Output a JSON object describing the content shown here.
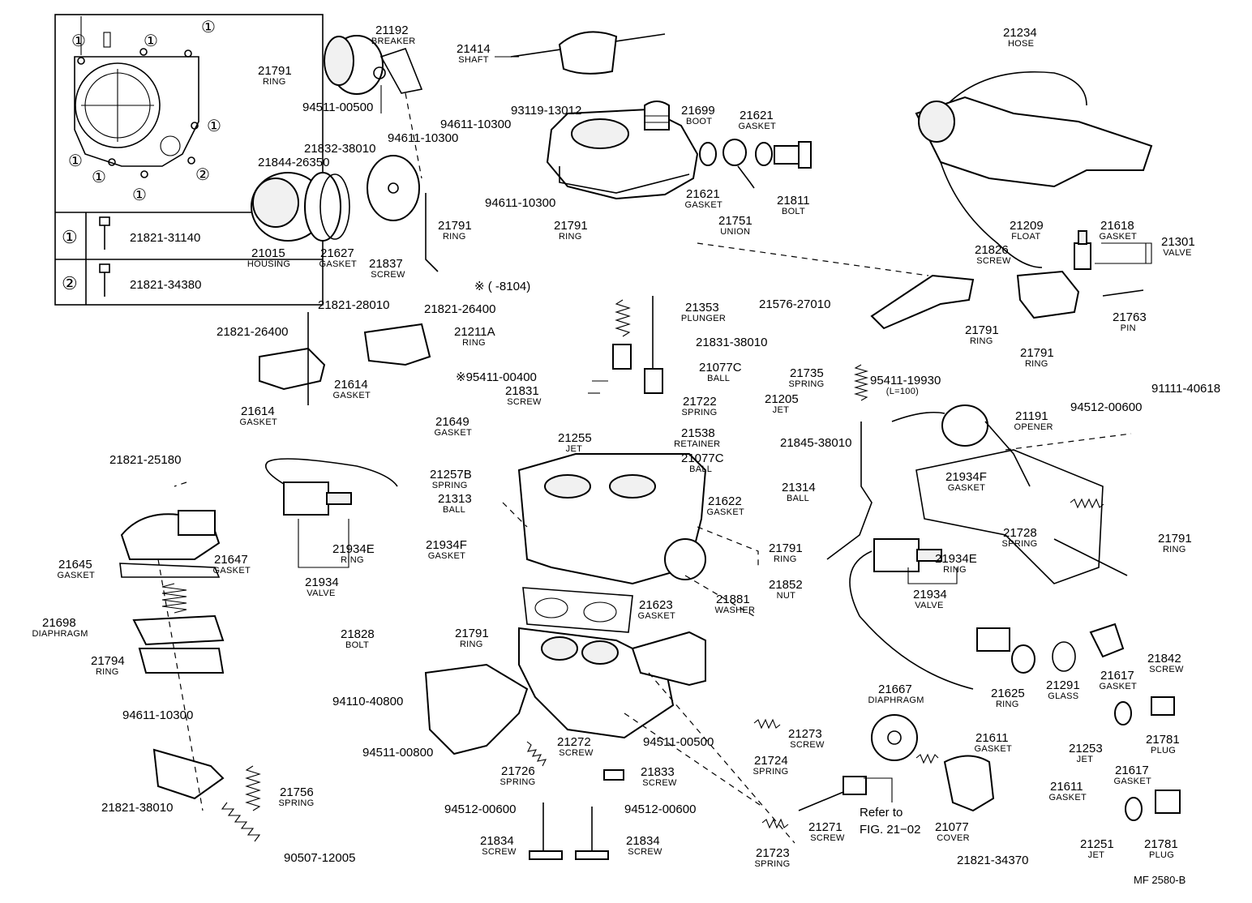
{
  "legend": {
    "rows": [
      {
        "marker": "①",
        "part_no": "21821-31140"
      },
      {
        "marker": "②",
        "part_no": "21821-34380"
      }
    ],
    "markers": [
      "①",
      "①",
      "①",
      "①",
      "①",
      "①",
      "①",
      "①",
      "②"
    ]
  },
  "footnote": "※ (    -8104)",
  "diagram_id": "MF 2580-B",
  "refer": {
    "line1": "Refer to",
    "line2": "FIG. 21−02"
  },
  "labels": [
    {
      "id": "21192",
      "num": "21192",
      "sub": "BREAKER"
    },
    {
      "id": "21791a",
      "num": "21791",
      "sub": "RING"
    },
    {
      "id": "94511-00500a",
      "num": "94511-00500",
      "sub": ""
    },
    {
      "id": "21414",
      "num": "21414",
      "sub": "SHAFT"
    },
    {
      "id": "93119-13012",
      "num": "93119-13012",
      "sub": ""
    },
    {
      "id": "94611-10300a",
      "num": "94611-10300",
      "sub": ""
    },
    {
      "id": "94611-10300b",
      "num": "94611-10300",
      "sub": ""
    },
    {
      "id": "21699",
      "num": "21699",
      "sub": "BOOT"
    },
    {
      "id": "21621a",
      "num": "21621",
      "sub": "GASKET"
    },
    {
      "id": "21832-38010",
      "num": "21832-38010",
      "sub": ""
    },
    {
      "id": "21844-26350",
      "num": "21844-26350",
      "sub": ""
    },
    {
      "id": "94611-10300c",
      "num": "94611-10300",
      "sub": ""
    },
    {
      "id": "21621b",
      "num": "21621",
      "sub": "GASKET"
    },
    {
      "id": "21811",
      "num": "21811",
      "sub": "BOLT"
    },
    {
      "id": "21751",
      "num": "21751",
      "sub": "UNION"
    },
    {
      "id": "21015",
      "num": "21015",
      "sub": "HOUSING"
    },
    {
      "id": "21627",
      "num": "21627",
      "sub": "GASKET"
    },
    {
      "id": "21837",
      "num": "21837",
      "sub": "SCREW"
    },
    {
      "id": "21791b",
      "num": "21791",
      "sub": "RING"
    },
    {
      "id": "21791c",
      "num": "21791",
      "sub": "RING"
    },
    {
      "id": "21234",
      "num": "21234",
      "sub": "HOSE"
    },
    {
      "id": "21209",
      "num": "21209",
      "sub": "FLOAT"
    },
    {
      "id": "21618",
      "num": "21618",
      "sub": "GASKET"
    },
    {
      "id": "21301",
      "num": "21301",
      "sub": "VALVE"
    },
    {
      "id": "21826",
      "num": "21826",
      "sub": "SCREW"
    },
    {
      "id": "21763",
      "num": "21763",
      "sub": "PIN"
    },
    {
      "id": "21576-27010",
      "num": "21576-27010",
      "sub": ""
    },
    {
      "id": "21821-28010",
      "num": "21821-28010",
      "sub": ""
    },
    {
      "id": "21821-26400a",
      "num": "21821-26400",
      "sub": ""
    },
    {
      "id": "21821-26400b",
      "num": "21821-26400",
      "sub": ""
    },
    {
      "id": "21211A",
      "num": "21211A",
      "sub": "RING"
    },
    {
      "id": "21614a",
      "num": "21614",
      "sub": "GASKET"
    },
    {
      "id": "21614b",
      "num": "21614",
      "sub": "GASKET"
    },
    {
      "id": "21353",
      "num": "21353",
      "sub": "PLUNGER"
    },
    {
      "id": "21831-38010",
      "num": "21831-38010",
      "sub": ""
    },
    {
      "id": "21077Ca",
      "num": "21077C",
      "sub": "BALL"
    },
    {
      "id": "95411-00400",
      "num": "※95411-00400",
      "sub": ""
    },
    {
      "id": "21831",
      "num": "21831",
      "sub": "SCREW"
    },
    {
      "id": "21722",
      "num": "21722",
      "sub": "SPRING"
    },
    {
      "id": "21205",
      "num": "21205",
      "sub": "JET"
    },
    {
      "id": "21735",
      "num": "21735",
      "sub": "SPRING"
    },
    {
      "id": "95411-19930",
      "num": "95411-19930",
      "sub": "(L=100)"
    },
    {
      "id": "21791d",
      "num": "21791",
      "sub": "RING"
    },
    {
      "id": "21791e",
      "num": "21791",
      "sub": "RING"
    },
    {
      "id": "91111-40618",
      "num": "91111-40618",
      "sub": ""
    },
    {
      "id": "94512-00600a",
      "num": "94512-00600",
      "sub": ""
    },
    {
      "id": "21191",
      "num": "21191",
      "sub": "OPENER"
    },
    {
      "id": "21649",
      "num": "21649",
      "sub": "GASKET"
    },
    {
      "id": "21255",
      "num": "21255",
      "sub": "JET"
    },
    {
      "id": "21538",
      "num": "21538",
      "sub": "RETAINER"
    },
    {
      "id": "21845-38010",
      "num": "21845-38010",
      "sub": ""
    },
    {
      "id": "21077Cb",
      "num": "21077C",
      "sub": "BALL"
    },
    {
      "id": "21821-25180",
      "num": "21821-25180",
      "sub": ""
    },
    {
      "id": "21257B",
      "num": "21257B",
      "sub": "SPRING"
    },
    {
      "id": "21313",
      "num": "21313",
      "sub": "BALL"
    },
    {
      "id": "21622",
      "num": "21622",
      "sub": "GASKET"
    },
    {
      "id": "21314",
      "num": "21314",
      "sub": "BALL"
    },
    {
      "id": "21934Fa",
      "num": "21934F",
      "sub": "GASKET"
    },
    {
      "id": "21728",
      "num": "21728",
      "sub": "SPRING"
    },
    {
      "id": "21645",
      "num": "21645",
      "sub": "GASKET"
    },
    {
      "id": "21647",
      "num": "21647",
      "sub": "GASKET"
    },
    {
      "id": "21934Ea",
      "num": "21934E",
      "sub": "RING"
    },
    {
      "id": "21934Fb",
      "num": "21934F",
      "sub": "GASKET"
    },
    {
      "id": "21791f",
      "num": "21791",
      "sub": "RING"
    },
    {
      "id": "21934Eb",
      "num": "21934E",
      "sub": "RING"
    },
    {
      "id": "21791g",
      "num": "21791",
      "sub": "RING"
    },
    {
      "id": "21934a",
      "num": "21934",
      "sub": "VALVE"
    },
    {
      "id": "21934b",
      "num": "21934",
      "sub": "VALVE"
    },
    {
      "id": "21698",
      "num": "21698",
      "sub": "DIAPHRAGM"
    },
    {
      "id": "21828",
      "num": "21828",
      "sub": "BOLT"
    },
    {
      "id": "21791h",
      "num": "21791",
      "sub": "RING"
    },
    {
      "id": "21623",
      "num": "21623",
      "sub": "GASKET"
    },
    {
      "id": "21881",
      "num": "21881",
      "sub": "WASHER"
    },
    {
      "id": "21852",
      "num": "21852",
      "sub": "NUT"
    },
    {
      "id": "21794",
      "num": "21794",
      "sub": "RING"
    },
    {
      "id": "94611-10300d",
      "num": "94611-10300",
      "sub": ""
    },
    {
      "id": "21625",
      "num": "21625",
      "sub": "RING"
    },
    {
      "id": "21291",
      "num": "21291",
      "sub": "GLASS"
    },
    {
      "id": "21617a",
      "num": "21617",
      "sub": "GASKET"
    },
    {
      "id": "21842",
      "num": "21842",
      "sub": "SCREW"
    },
    {
      "id": "94110-40800",
      "num": "94110-40800",
      "sub": ""
    },
    {
      "id": "94511-00800",
      "num": "94511-00800",
      "sub": ""
    },
    {
      "id": "21272",
      "num": "21272",
      "sub": "SCREW"
    },
    {
      "id": "94511-00500b",
      "num": "94511-00500",
      "sub": ""
    },
    {
      "id": "21273",
      "num": "21273",
      "sub": "SCREW"
    },
    {
      "id": "21667",
      "num": "21667",
      "sub": "DIAPHRAGM"
    },
    {
      "id": "21611a",
      "num": "21611",
      "sub": "GASKET"
    },
    {
      "id": "21253",
      "num": "21253",
      "sub": "JET"
    },
    {
      "id": "21781a",
      "num": "21781",
      "sub": "PLUG"
    },
    {
      "id": "21724",
      "num": "21724",
      "sub": "SPRING"
    },
    {
      "id": "21726",
      "num": "21726",
      "sub": "SPRING"
    },
    {
      "id": "21833",
      "num": "21833",
      "sub": "SCREW"
    },
    {
      "id": "21756",
      "num": "21756",
      "sub": "SPRING"
    },
    {
      "id": "21821-38010",
      "num": "21821-38010",
      "sub": ""
    },
    {
      "id": "94512-00600b",
      "num": "94512-00600",
      "sub": ""
    },
    {
      "id": "94512-00600c",
      "num": "94512-00600",
      "sub": ""
    },
    {
      "id": "21617b",
      "num": "21617",
      "sub": "GASKET"
    },
    {
      "id": "21611b",
      "num": "21611",
      "sub": "GASKET"
    },
    {
      "id": "21271",
      "num": "21271",
      "sub": "SCREW"
    },
    {
      "id": "21077",
      "num": "21077",
      "sub": "COVER"
    },
    {
      "id": "21834a",
      "num": "21834",
      "sub": "SCREW"
    },
    {
      "id": "21834b",
      "num": "21834",
      "sub": "SCREW"
    },
    {
      "id": "21251",
      "num": "21251",
      "sub": "JET"
    },
    {
      "id": "21781b",
      "num": "21781",
      "sub": "PLUG"
    },
    {
      "id": "90507-12005",
      "num": "90507-12005",
      "sub": ""
    },
    {
      "id": "21723",
      "num": "21723",
      "sub": "SPRING"
    },
    {
      "id": "21821-34370",
      "num": "21821-34370",
      "sub": ""
    }
  ]
}
